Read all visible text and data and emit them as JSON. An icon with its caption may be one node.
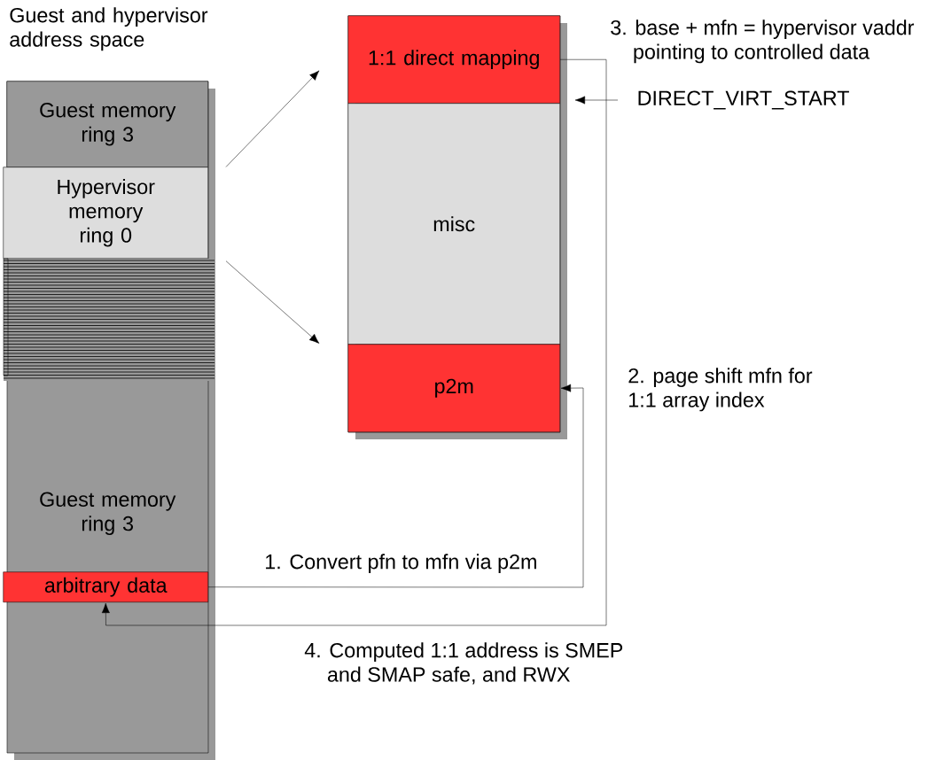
{
  "diagram": {
    "nodes": [
      {
        "text": [
          "Guest and hypervisor address space"
        ]
      },
      {
        "text": [
          "Guest memory ring 3"
        ],
        "in": 0
      },
      {
        "text": [
          "Hypervisor memory ring 0"
        ],
        "in": 0
      },
      {
        "text": [
          "Guest memory ring 3"
        ],
        "in": 0
      },
      {
        "text": [
          "arbitrary data"
        ],
        "in": 0
      },
      {
        "text": [],
        "shape": "box"
      },
      {
        "text": [
          "1:1 direct mapping"
        ],
        "in": 5
      },
      {
        "text": [
          "misc"
        ],
        "in": 5
      },
      {
        "text": [
          "p2m"
        ],
        "in": 5
      },
      {
        "text": [
          "DIRECT_VIRT_START"
        ]
      }
    ],
    "edges": [
      {
        "from": 2,
        "to": 5,
        "arrow": "to"
      },
      {
        "from": 2,
        "to": 5,
        "arrow": "to"
      },
      {
        "from": 4,
        "to": 8,
        "arrow": "to"
      },
      {
        "from": 6,
        "to": 4,
        "arrow": "to"
      },
      {
        "from": 9,
        "to": null,
        "arrow": "to"
      }
    ],
    "labels": [
      "3. base + mfn = hypervisor vaddr pointing to controlled data",
      "2. page shift mfn for 1:1 array index",
      "1. Convert pfn to mfn via p2m",
      "4. Computed 1:1 address is SMEP and SMAP safe, and RWX"
    ]
  }
}
